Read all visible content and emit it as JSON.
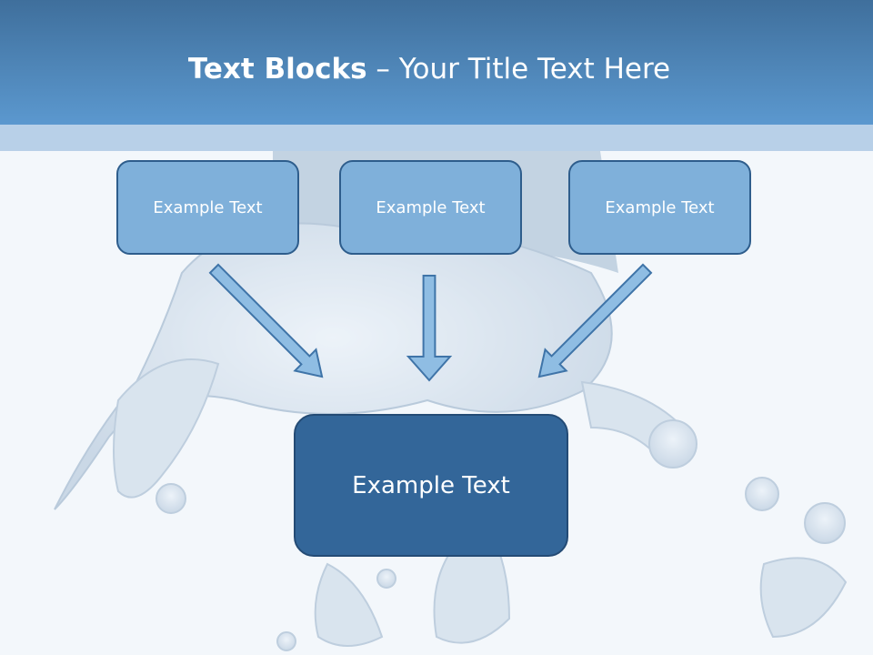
{
  "slide": {
    "title_bold": "Text Blocks",
    "title_dash": " – ",
    "title_rest": "Your Title Text Here",
    "top_boxes": [
      "Example Text",
      "Example Text",
      "Example Text"
    ],
    "center_box": "Example Text"
  },
  "colors": {
    "header": "#4f86b8",
    "band": "#b8d0e8",
    "small_box_fill": "#7fb0da",
    "big_box_fill": "#336699",
    "outline": "#2e5d8c"
  }
}
